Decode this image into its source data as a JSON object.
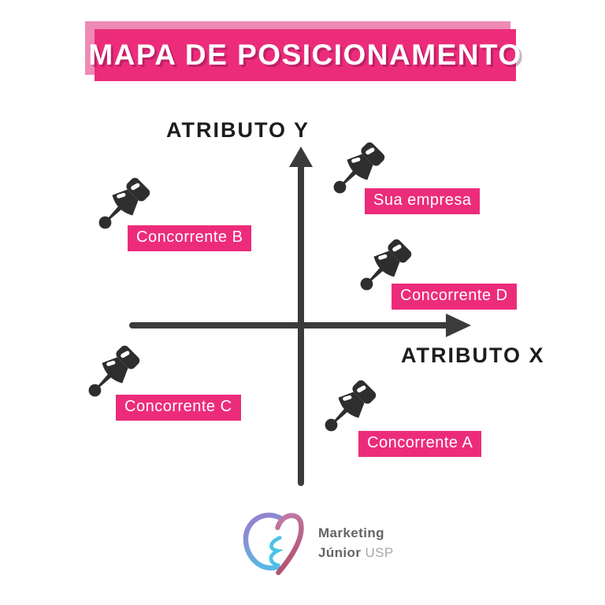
{
  "title": "MAPA DE POSICIONAMENTO",
  "axes": {
    "x_label": "ATRIBUTO X",
    "y_label": "ATRIBUTO Y"
  },
  "points": [
    {
      "id": "sua-empresa",
      "label": "Sua empresa",
      "quadrant": "top-right"
    },
    {
      "id": "concorrente-b",
      "label": "Concorrente B",
      "quadrant": "top-left"
    },
    {
      "id": "concorrente-d",
      "label": "Concorrente D",
      "quadrant": "middle-right"
    },
    {
      "id": "concorrente-c",
      "label": "Concorrente C",
      "quadrant": "bottom-left"
    },
    {
      "id": "concorrente-a",
      "label": "Concorrente A",
      "quadrant": "bottom-right"
    }
  ],
  "logo": {
    "line1": "Marketing",
    "line2": "Júnior",
    "suffix": "USP"
  },
  "colors": {
    "pink": "#EC2C7B",
    "pink-light": "#EE8AB5",
    "ink": "#2E2E2E",
    "axis": "#3B3B3B"
  }
}
